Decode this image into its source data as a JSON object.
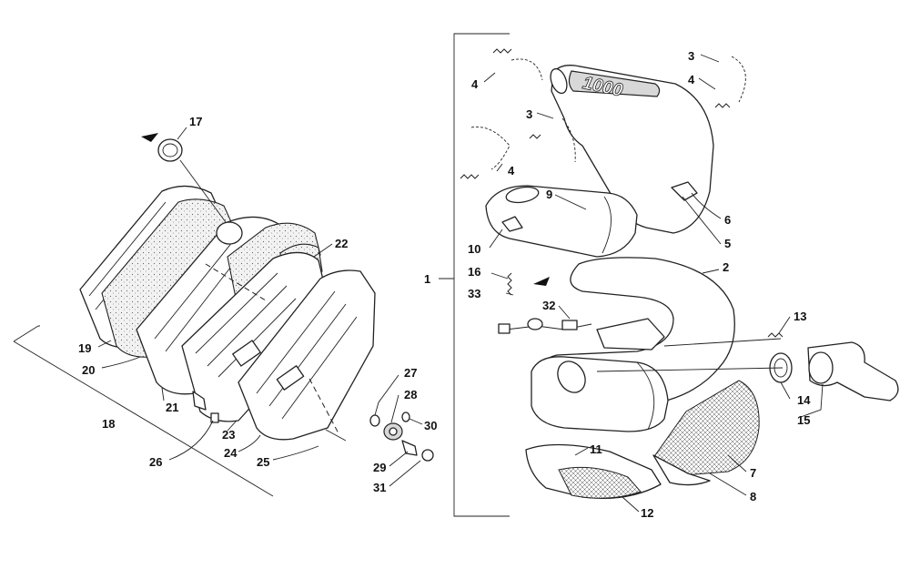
{
  "callouts": {
    "n1": "1",
    "n2": "2",
    "n3a": "3",
    "n3b": "3",
    "n4a": "4",
    "n4b": "4",
    "n4c": "4",
    "n5": "5",
    "n6": "6",
    "n7": "7",
    "n8": "8",
    "n9": "9",
    "n10": "10",
    "n11": "11",
    "n12": "12",
    "n13": "13",
    "n14": "14",
    "n15": "15",
    "n16": "16",
    "n17": "17",
    "n18": "18",
    "n19": "19",
    "n20": "20",
    "n21": "21",
    "n22": "22",
    "n23": "23",
    "n24": "24",
    "n25": "25",
    "n26": "26",
    "n27": "27",
    "n28": "28",
    "n29": "29",
    "n30": "30",
    "n31": "31",
    "n32": "32",
    "n33": "33"
  },
  "decal_text": "1000",
  "colors": {
    "line": "#222222",
    "background": "#ffffff",
    "shade": "#d8d8d8"
  }
}
